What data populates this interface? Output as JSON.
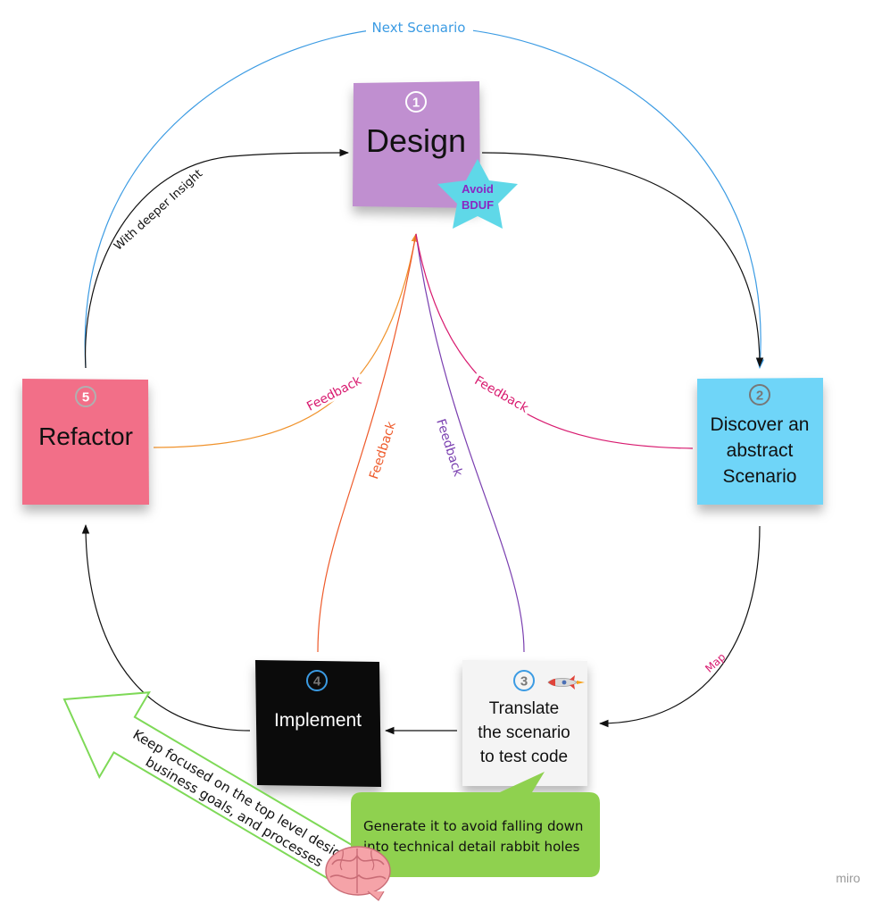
{
  "colors": {
    "design": "#c08fd0",
    "discover": "#6fd5f8",
    "translate": "#f4f4f4",
    "implement": "#0b0b0b",
    "refactor": "#f26f88",
    "next_scenario": "#3b9be3",
    "feedback_refactor": "#f0922b",
    "feedback_implement": "#ee5a2a",
    "feedback_translate": "#7a3fb0",
    "feedback_discover": "#d81a6f",
    "map": "#d81a6f",
    "star": "#5fd8e8",
    "callout": "#8fd14f",
    "focus_arrow": "#7ed957"
  },
  "notes": {
    "design": {
      "number": "1",
      "title": "Design"
    },
    "discover": {
      "number": "2",
      "line1": "Discover an",
      "line2": "abstract",
      "line3": "Scenario"
    },
    "translate": {
      "number": "3",
      "line1": "Translate",
      "line2": "the scenario",
      "line3": "to test code",
      "icon": "rocket-icon"
    },
    "implement": {
      "number": "4",
      "title": "Implement"
    },
    "refactor": {
      "number": "5",
      "title": "Refactor"
    }
  },
  "star": {
    "line1": "Avoid",
    "line2": "BDUF"
  },
  "labels": {
    "next_scenario": "Next Scenario",
    "with_deeper_insight": "With deeper Insight",
    "map": "Map",
    "feedback": "Feedback"
  },
  "callout": {
    "line1": "Generate it to avoid falling down",
    "line2": "into technical detail rabbit holes"
  },
  "focus_arrow": {
    "line1": "Keep focused on the top level design,",
    "line2": "business goals, and processes",
    "icon": "brain-icon"
  },
  "watermark": "miro"
}
